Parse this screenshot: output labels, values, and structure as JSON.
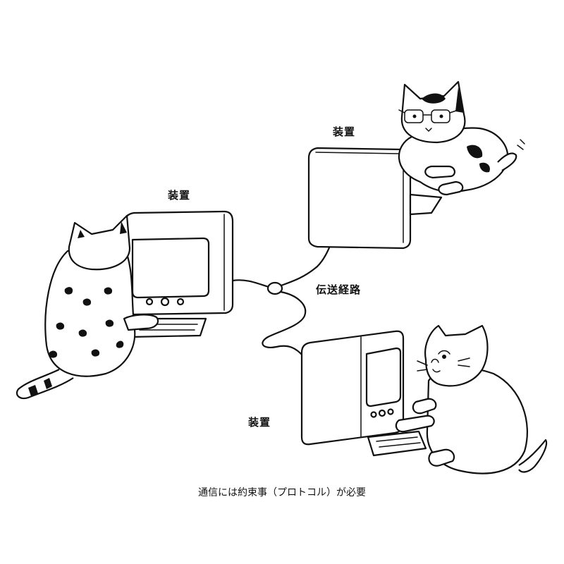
{
  "labels": {
    "device_top": "装置",
    "device_left": "装置",
    "device_bottom": "装置",
    "transmission_path": "伝送経路"
  },
  "caption": "通信には約束事（プロトコル）が必要"
}
